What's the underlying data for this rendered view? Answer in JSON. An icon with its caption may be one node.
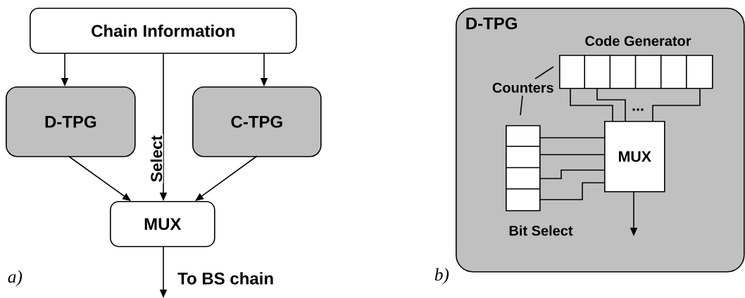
{
  "diagram": {
    "nodes": [
      {
        "text": [
          "Chain Information"
        ]
      },
      {
        "text": [
          "D-TPG"
        ]
      },
      {
        "text": [
          "C-TPG"
        ]
      },
      {
        "text": [
          "MUX"
        ]
      },
      {
        "text": [
          "D-TPG"
        ]
      },
      {
        "text": [
          "Code Generator"
        ],
        "in": 4
      },
      {
        "text": [
          "Bit Select"
        ],
        "in": 4
      },
      {
        "text": [
          "MUX"
        ],
        "in": 4
      },
      {
        "text": [
          "Counters"
        ],
        "in": 4
      }
    ],
    "edges": [
      {
        "from": 0,
        "to": 1,
        "arrow": "to"
      },
      {
        "from": 0,
        "to": 3,
        "arrow": "to",
        "label": "Select"
      },
      {
        "from": 0,
        "to": 2,
        "arrow": "to"
      },
      {
        "from": 1,
        "to": 3,
        "arrow": "to"
      },
      {
        "from": 2,
        "to": 3,
        "arrow": "to"
      },
      {
        "from": 3,
        "to": null,
        "arrow": "to",
        "label": "To BS chain"
      },
      {
        "from": 8,
        "to": 5,
        "arrow": "none"
      },
      {
        "from": 8,
        "to": 6,
        "arrow": "none"
      },
      {
        "from": 5,
        "to": 7,
        "arrow": "none"
      },
      {
        "from": 5,
        "to": 7,
        "arrow": "none"
      },
      {
        "from": 5,
        "to": 7,
        "arrow": "none"
      },
      {
        "from": 6,
        "to": 7,
        "arrow": "none"
      },
      {
        "from": 6,
        "to": 7,
        "arrow": "none"
      },
      {
        "from": 6,
        "to": 7,
        "arrow": "none"
      },
      {
        "from": 6,
        "to": 7,
        "arrow": "none"
      },
      {
        "from": 7,
        "to": null,
        "arrow": "to"
      }
    ],
    "labels": [
      "a)",
      "b)",
      "..."
    ]
  }
}
